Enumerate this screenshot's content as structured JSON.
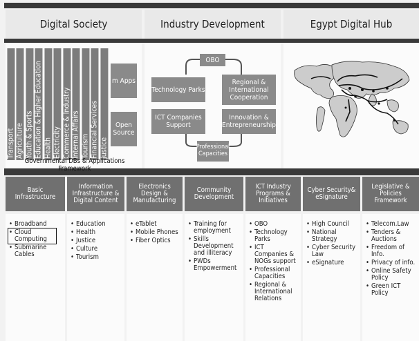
{
  "top_panels": [
    {
      "title": "Digital Society"
    },
    {
      "title": "Industry Development"
    },
    {
      "title": "Egypt Digital Hub"
    }
  ],
  "digital_society": {
    "sectors": [
      "Transport",
      "Agriculture",
      "Youth & Sports",
      "Education & Higher Education",
      "Health",
      "Electricity",
      "Commerce & Industry",
      "Internal Affairs",
      "Tourism",
      "Financial Services",
      "Justice"
    ],
    "side_boxes": [
      "m Apps",
      "Open Source"
    ],
    "footer": "Governmental DBs & Applications Framework"
  },
  "industry_development": {
    "boxes": {
      "top": "OBO",
      "left1": "Technology Parks",
      "left2": "ICT Companies Support",
      "right1": "Regional & International Cooperation",
      "right2": "Innovation & Entrepreneurship",
      "bottom": "Professional Capacities"
    }
  },
  "columns": [
    {
      "title": "Basic Infrastructure",
      "items": [
        "Broadband",
        "Cloud Computing",
        "Submarine Cables"
      ]
    },
    {
      "title": "Information Infrastructure & Digital Content",
      "items": [
        "Education",
        "Health",
        "Justice",
        "Culture",
        "Tourism"
      ]
    },
    {
      "title": "Electronics Design & Manufacturing",
      "items": [
        "eTablet",
        "Mobile Phones",
        "Fiber Optics"
      ]
    },
    {
      "title": "Community Development",
      "items": [
        "Training for employment",
        "Skills Development and illiteracy",
        "PWDs Empowerment"
      ]
    },
    {
      "title": "ICT Industry Programs & Initiatives",
      "items": [
        "OBO",
        "Technology Parks",
        "ICT Companies & NOGs support",
        "Professional Capacities",
        "Regional & International Relations"
      ]
    },
    {
      "title": "Cyber Security& eSignature",
      "items": [
        "High Council",
        "National Strategy",
        "Cyber Security Law",
        "eSignature"
      ]
    },
    {
      "title": "Legislative & Policies Framework",
      "items": [
        "Telecom.Law",
        "Tenders & Auctions",
        "Freedom of Info.",
        "Privacy of info.",
        "Online Safety Policy",
        "Green ICT Policy"
      ]
    }
  ],
  "highlighted_item": "Cloud Computing"
}
